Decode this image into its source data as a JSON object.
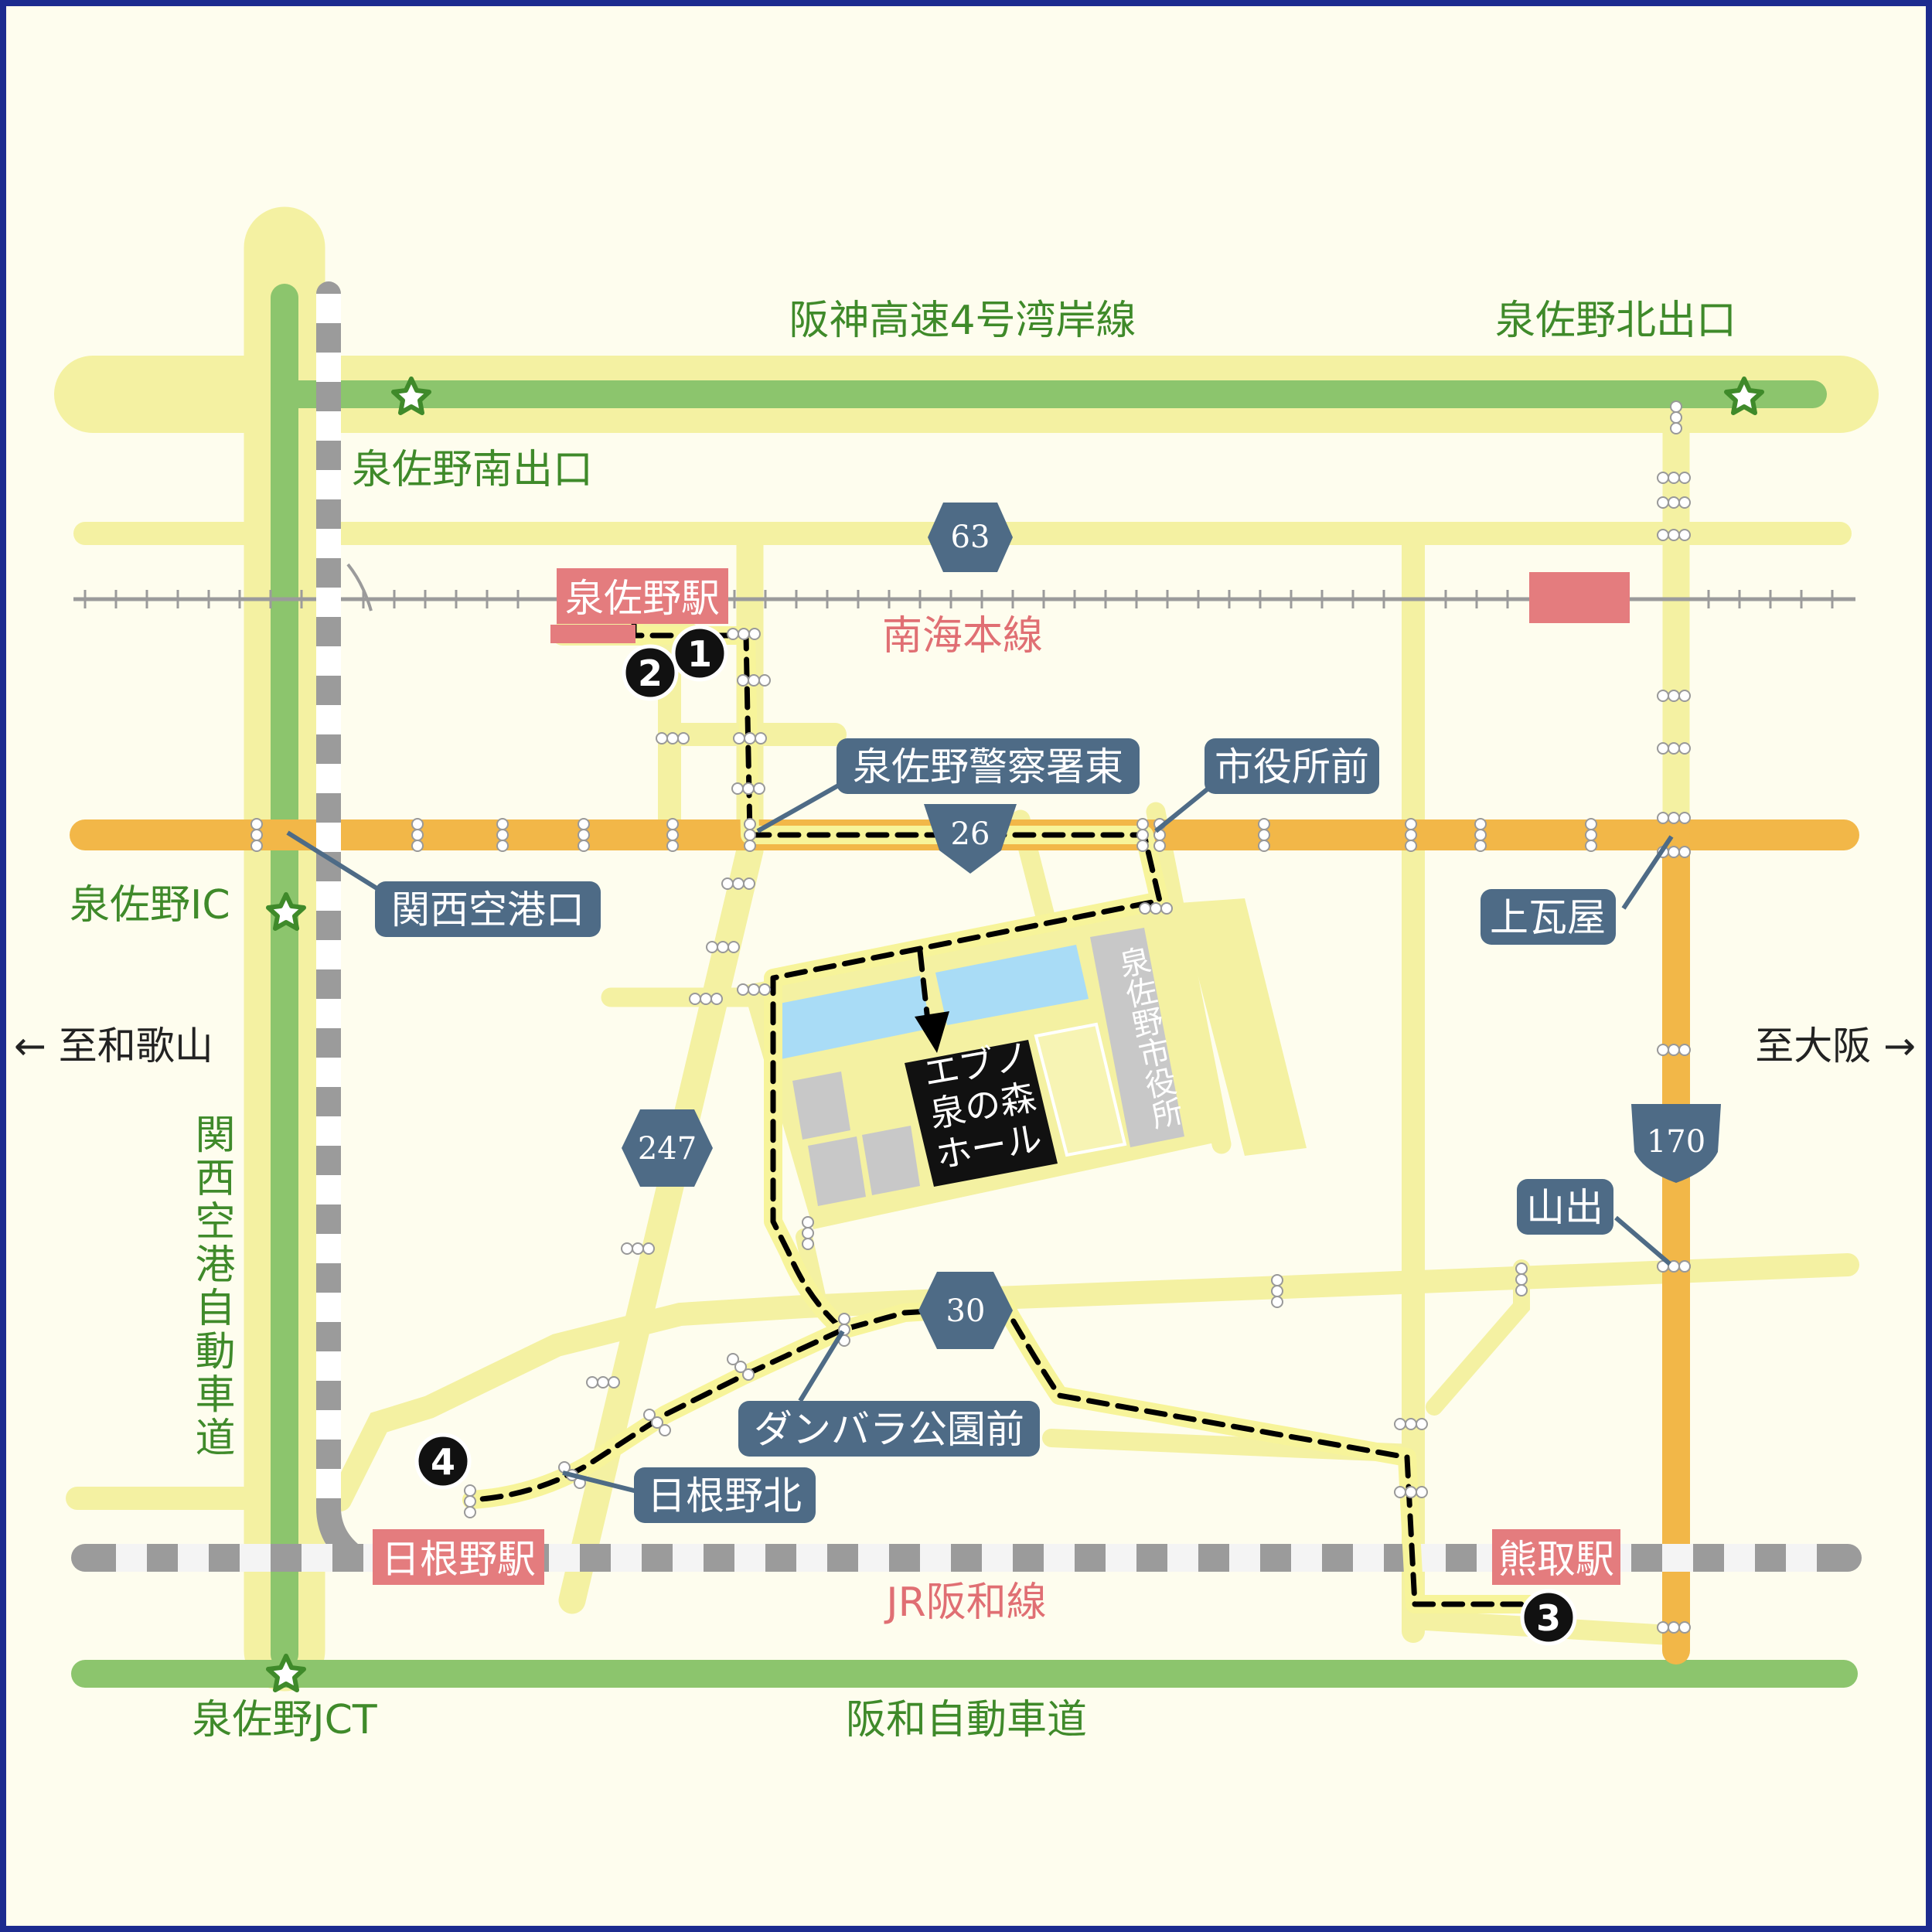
{
  "colors": {
    "background": "#fefdee",
    "border": "#1c2b8f",
    "road_light": "#f4f1a2",
    "expressway_green": "#8cc56d",
    "route_orange": "#f2b748",
    "railway_gray": "#9b9b9b",
    "label_blue": "#4e6b86",
    "station_pink": "#e47c7e",
    "water_blue": "#a9dcf6",
    "building_gray": "#c8c8c8",
    "venue_black": "#111111"
  },
  "expressways": {
    "hanshin": "阪神高速4号湾岸線",
    "hanwa": "阪和自動車道",
    "kansai_airport": "関西空港自動車道"
  },
  "interchanges": {
    "izumisano_kita_exit": "泉佐野北出口",
    "izumisano_minami_exit": "泉佐野南出口",
    "izumisano_ic": "泉佐野IC",
    "izumisano_jct": "泉佐野JCT"
  },
  "railways": {
    "nankai": "南海本線",
    "jr": "JR阪和線"
  },
  "stations": {
    "izumisano": "泉佐野駅",
    "hineno": "日根野駅",
    "kumatori": "熊取駅"
  },
  "routes": {
    "r63": "63",
    "r26": "26",
    "r247": "247",
    "r30": "30",
    "r170": "170"
  },
  "intersections": {
    "police_east": "泉佐野警察署東",
    "city_hall_front": "市役所前",
    "kansai_airport_entrance": "関西空港口",
    "kamigawara": "上瓦屋",
    "yamade": "山出",
    "danbara_park": "ダンバラ公園前",
    "hineno_kita": "日根野北"
  },
  "directions": {
    "west": "← 至和歌山",
    "east": "至大阪 →"
  },
  "venue": {
    "line1": "エブノ",
    "line2": "泉の森",
    "line3": "ホール"
  },
  "city_hall": "泉佐野市役所",
  "markers": [
    "1",
    "2",
    "3",
    "4"
  ]
}
